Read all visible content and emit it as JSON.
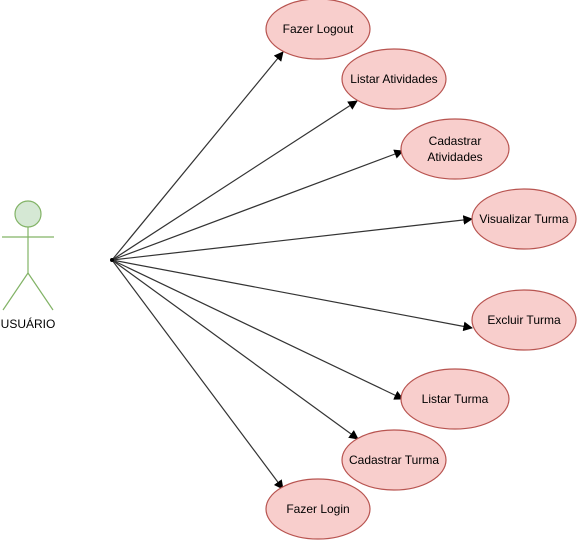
{
  "colors": {
    "usecase_fill": "#f8cecc",
    "usecase_stroke": "#b85450",
    "actor_fill": "#d5e8d4",
    "actor_stroke": "#82b366",
    "line": "#333333"
  },
  "actor": {
    "label": "USUÁRIO"
  },
  "use_cases": [
    {
      "id": "fazer-logout",
      "lines": [
        "Fazer Logout"
      ]
    },
    {
      "id": "listar-atividades",
      "lines": [
        "Listar Atividades"
      ]
    },
    {
      "id": "cadastrar-atividades",
      "lines": [
        "Cadastrar",
        "Atividades"
      ]
    },
    {
      "id": "visualizar-turma",
      "lines": [
        "Visualizar Turma"
      ]
    },
    {
      "id": "excluir-turma",
      "lines": [
        "Excluir Turma"
      ]
    },
    {
      "id": "listar-turma",
      "lines": [
        "Listar Turma"
      ]
    },
    {
      "id": "cadastrar-turma",
      "lines": [
        "Cadastrar Turma"
      ]
    },
    {
      "id": "fazer-login",
      "lines": [
        "Fazer Login"
      ]
    }
  ]
}
